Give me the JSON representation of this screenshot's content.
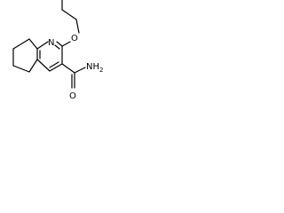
{
  "molecule": {
    "atoms": {
      "ring_nitrogen": "N",
      "ether_oxygen": "O",
      "carbonyl_oxygen": "O",
      "amide_nitrogen": "NH",
      "amide_h_subscript": "2"
    }
  }
}
